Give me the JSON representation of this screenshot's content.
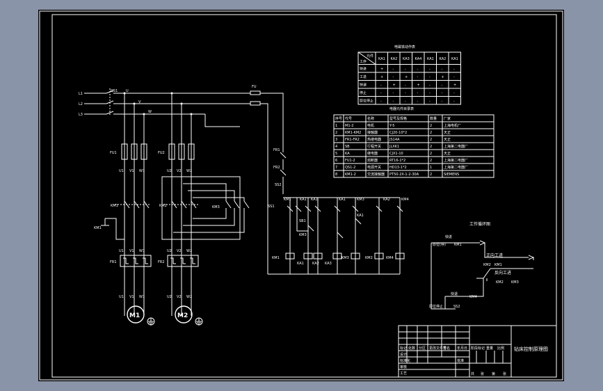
{
  "drawing": {
    "title_block": {
      "name": "钻床控制原理图"
    },
    "power_lines": [
      "L1",
      "L2",
      "L3"
    ],
    "qs": "QS1",
    "fu": "FU",
    "branch1": {
      "fu": "FU1",
      "km": "KM1",
      "fr": "FR1",
      "phases": [
        "U1",
        "V1",
        "W1"
      ],
      "motor": "M1",
      "km_top": "KM1",
      "km_bot": "KM1"
    },
    "branch2": {
      "fu": "FU2",
      "km": "KM2",
      "fr": "FR2",
      "phases": [
        "U2",
        "V2",
        "W2"
      ],
      "motor": "M2",
      "km_top": "KM2",
      "km_bot": "KM3",
      "rev": "KM3"
    },
    "labels": {
      "u": "U",
      "v": "V",
      "w": "W",
      "fr1_ctrl": "FR1",
      "fr2_ctrl": "FR2",
      "ss2": "SS2",
      "ss1": "SS1",
      "sb1": "SB1",
      "ka2": "KA2",
      "ka1": "KA1",
      "km3": "KM3",
      "km1": "KM1",
      "km2": "KM2",
      "km4": "KM4",
      "ka1_coil": "KA1",
      "ka2_coil": "KA2",
      "km3_coil": "KM3",
      "km2_coil": "KM2",
      "km4_coil": "KM4",
      "c_km1": "KM1",
      "c_ka1": "KA1",
      "c_ka1b": "KA1",
      "c_km3": "KM3",
      "c_ka3": "KA3",
      "c_km2": "KM2",
      "c_km4": "KM4",
      "c_ka1_2": "KA1",
      "c_km3_2": "KM3"
    },
    "state_table": {
      "title": "电磁铁动作表",
      "corner_top": "元件",
      "corner_bot": "工序",
      "columns": [
        "KA1",
        "KA2",
        "KA3",
        "KA4",
        "KA1",
        "KA2",
        "KA1"
      ],
      "rows": [
        {
          "name": "快进",
          "cells": [
            "+",
            "-",
            "-",
            "-",
            "-",
            "-",
            "-"
          ]
        },
        {
          "name": "工进",
          "cells": [
            "+",
            "-",
            "+",
            "-",
            "-",
            "+",
            "-"
          ]
        },
        {
          "name": "快退",
          "cells": [
            "-",
            "+",
            "-",
            "+",
            "-",
            "-",
            "+"
          ]
        },
        {
          "name": "停止",
          "cells": [
            "-",
            "-",
            "-",
            "-",
            "-",
            "-",
            "-"
          ]
        },
        {
          "name": "原位停止",
          "cells": [
            "-",
            "-",
            "-",
            "-",
            "-",
            "-",
            "-"
          ]
        }
      ]
    },
    "parts_table": {
      "title": "电器元件目录表",
      "headers": [
        "序号",
        "代号",
        "名称",
        "型号及规格",
        "数量",
        "厂家"
      ],
      "rows": [
        [
          "1",
          "M1-2",
          "电机",
          "Y-5",
          "2",
          "上海电机厂"
        ],
        [
          "2",
          "KM1-KM2",
          "接触器",
          "CJ20-10*2",
          "2",
          "天正"
        ],
        [
          "3",
          "FR1-FR2",
          "热继电器",
          "JS14A",
          "2",
          "天正"
        ],
        [
          "4",
          "SB",
          "行程开关",
          "JLXK1",
          "2",
          "上海第二电器厂"
        ],
        [
          "5",
          "KA",
          "继电器",
          "CJX1-10",
          "2",
          "天正"
        ],
        [
          "6",
          "FU1-2",
          "熔断器",
          "RT16-1*2",
          "2",
          "上海第二电器厂"
        ],
        [
          "7",
          "QS1-2",
          "电源开关",
          "HD13-1*2",
          "1",
          "上海第二电器厂"
        ],
        [
          "8",
          "KM1-2",
          "交流接触器",
          "PT50-2X-1-2-30A",
          "2",
          "SIEMENS"
        ]
      ]
    },
    "cycle": {
      "title": "工作循环图",
      "start": "原位(停)",
      "fast": "快进",
      "work": "正向工进",
      "rev": "反向工进",
      "back": "快退",
      "stop": "原位停止",
      "km1": "KM1",
      "km2": "KM2",
      "km1b": "KM1",
      "km2b": "KM2",
      "km3": "KM3",
      "km4": "KM4",
      "ss2": "SS2"
    },
    "title_block_cells": [
      "标记",
      "处数",
      "分区",
      "更改文件号",
      "签名",
      "年月日",
      "设计",
      "标准化",
      "阶段标记",
      "重量",
      "比例",
      "审核",
      "工艺",
      "批准",
      "共",
      "张",
      "第",
      "张"
    ]
  }
}
